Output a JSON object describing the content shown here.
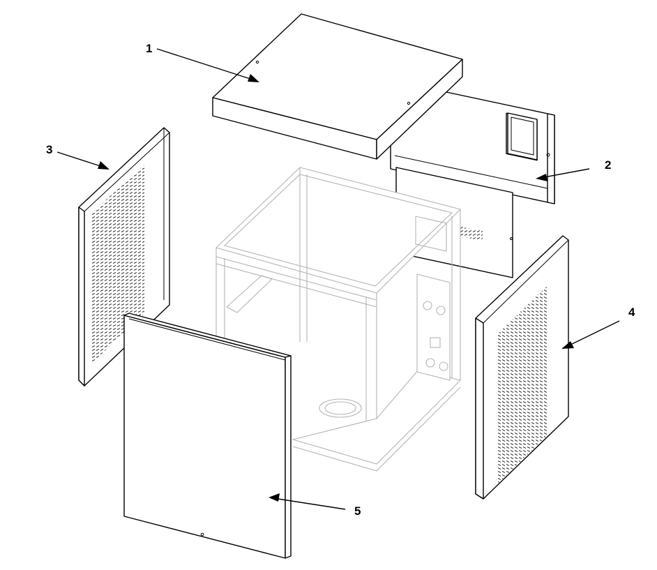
{
  "diagram": {
    "callouts": [
      {
        "id": "1",
        "label": "1"
      },
      {
        "id": "2",
        "label": "2"
      },
      {
        "id": "3",
        "label": "3"
      },
      {
        "id": "4",
        "label": "4"
      },
      {
        "id": "5",
        "label": "5"
      }
    ],
    "colors": {
      "line": "#000000",
      "frame_line": "#b3b3b3",
      "background": "#ffffff"
    }
  }
}
